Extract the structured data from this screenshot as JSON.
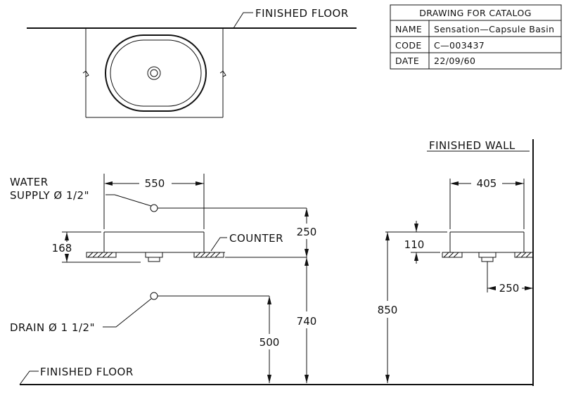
{
  "title_block": {
    "heading": "DRAWING FOR CATALOG",
    "rows": [
      {
        "key": "NAME",
        "value": "Sensation—Capsule Basin"
      },
      {
        "key": "CODE",
        "value": "C—003437"
      },
      {
        "key": "DATE",
        "value": "22/09/60"
      }
    ]
  },
  "labels": {
    "finished_floor_top": "FINISHED FLOOR",
    "finished_floor_bottom": "FINISHED FLOOR",
    "finished_wall": "FINISHED WALL",
    "water_supply_line1": "WATER",
    "water_supply_line2": "SUPPLY Ø 1/2\"",
    "drain": "DRAIN Ø 1 1/2\"",
    "counter": "COUNTER"
  },
  "dimensions": {
    "basin_width": "550",
    "basin_height": "168",
    "supply_above_counter": "250",
    "counter_height": "740",
    "drain_height": "500",
    "side_depth": "405",
    "side_height": "110",
    "floor_to_top": "850",
    "drain_from_wall": "250"
  }
}
